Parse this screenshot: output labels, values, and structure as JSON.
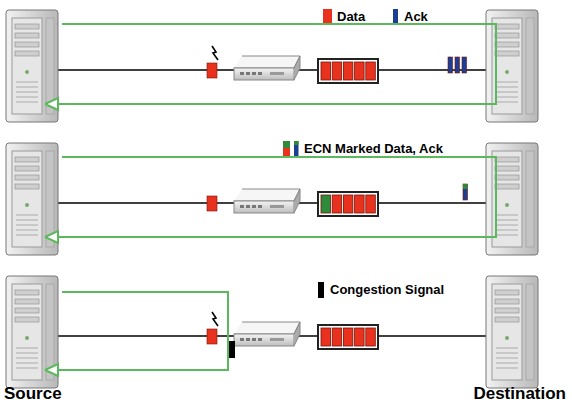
{
  "diagram": {
    "labels": [
      "Source",
      "Destination"
    ],
    "legend": [
      {
        "text": "Data",
        "color": "#e8321e"
      },
      {
        "text": "Ack",
        "color": "#1c3f94"
      },
      {
        "text": "ECN Marked Data, Ack"
      },
      {
        "text": "Congestion Signal",
        "color": "#000000"
      }
    ]
  }
}
